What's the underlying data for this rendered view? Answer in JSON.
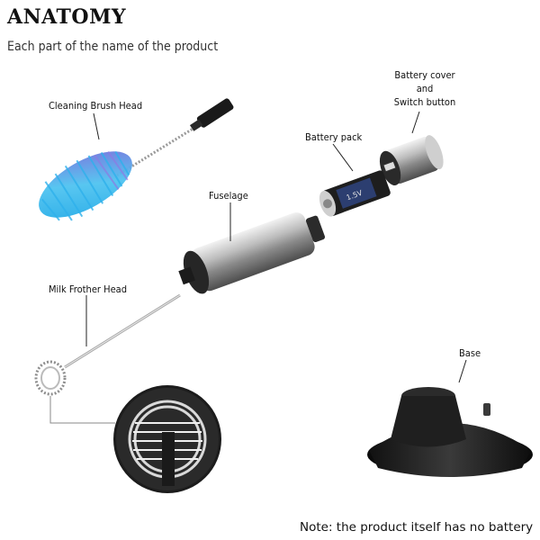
{
  "header": {
    "title": "ANATOMY",
    "subtitle": "Each part of the name of the product"
  },
  "parts": {
    "cleaning_brush_head": "Cleaning Brush Head",
    "battery_pack": "Battery pack",
    "battery_cover_line1": "Battery cover",
    "battery_cover_line2": "and",
    "battery_cover_line3": "Switch button",
    "fuselage": "Fuselage",
    "milk_frother_head": "Milk Frother Head",
    "base": "Base"
  },
  "footer": {
    "note": "Note: the product itself has no battery"
  },
  "colors": {
    "brush_blue": "#36b6ef",
    "brush_purple": "#7a63d9",
    "steel_light": "#e6e6e6",
    "steel_dark": "#6e6e6e",
    "black": "#1a1a1a"
  }
}
